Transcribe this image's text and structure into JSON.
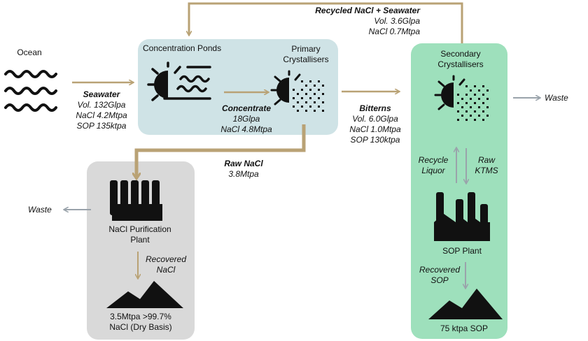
{
  "nodes": {
    "ocean": "Ocean",
    "ponds": "Concentration  Ponds",
    "primary": [
      "Primary",
      "Crystallisers"
    ],
    "secondary": [
      "Secondary",
      "Crystallisers"
    ],
    "nacl_plant": [
      "NaCl  Purification",
      "Plant"
    ],
    "sop_plant": "SOP  Plant",
    "nacl_product": [
      "3.5Mtpa   >99.7%",
      "NaCl (Dry Basis)"
    ],
    "sop_product": "75  ktpa   SOP",
    "waste_right": "Waste",
    "waste_left": "Waste"
  },
  "flows": {
    "seawater": {
      "title": "Seawater",
      "lines": [
        "Vol.  132Glpa",
        "NaCl  4.2Mtpa",
        "SOP  135ktpa"
      ]
    },
    "recycled": {
      "title": "Recycled  NaCl + Seawater",
      "lines": [
        "Vol.  3.6Glpa",
        "NaCl  0.7Mtpa"
      ]
    },
    "concentrate": {
      "title": "Concentrate",
      "lines": [
        "18Glpa",
        "NaCl  4.8Mtpa"
      ]
    },
    "bitterns": {
      "title": "Bitterns",
      "lines": [
        "Vol.  6.0Glpa",
        "NaCl  1.0Mtpa",
        "SOP  130ktpa"
      ]
    },
    "raw_nacl": {
      "title": "Raw NaCl",
      "lines": [
        "3.8Mtpa"
      ]
    },
    "recycle_liquor": [
      "Recycle",
      "Liquor"
    ],
    "raw_ktms": [
      "Raw",
      "KTMS"
    ],
    "recovered_nacl": [
      "Recovered",
      "NaCl"
    ],
    "recovered_sop": [
      "Recovered",
      "SOP"
    ]
  },
  "colors": {
    "flow": "#b9a275",
    "grey_flow": "#9aa3ab",
    "ponds_box": "#cfe3e6",
    "secondary_box": "#9ee0bc",
    "nacl_box": "#d9d9d9",
    "icon": "#111111"
  }
}
